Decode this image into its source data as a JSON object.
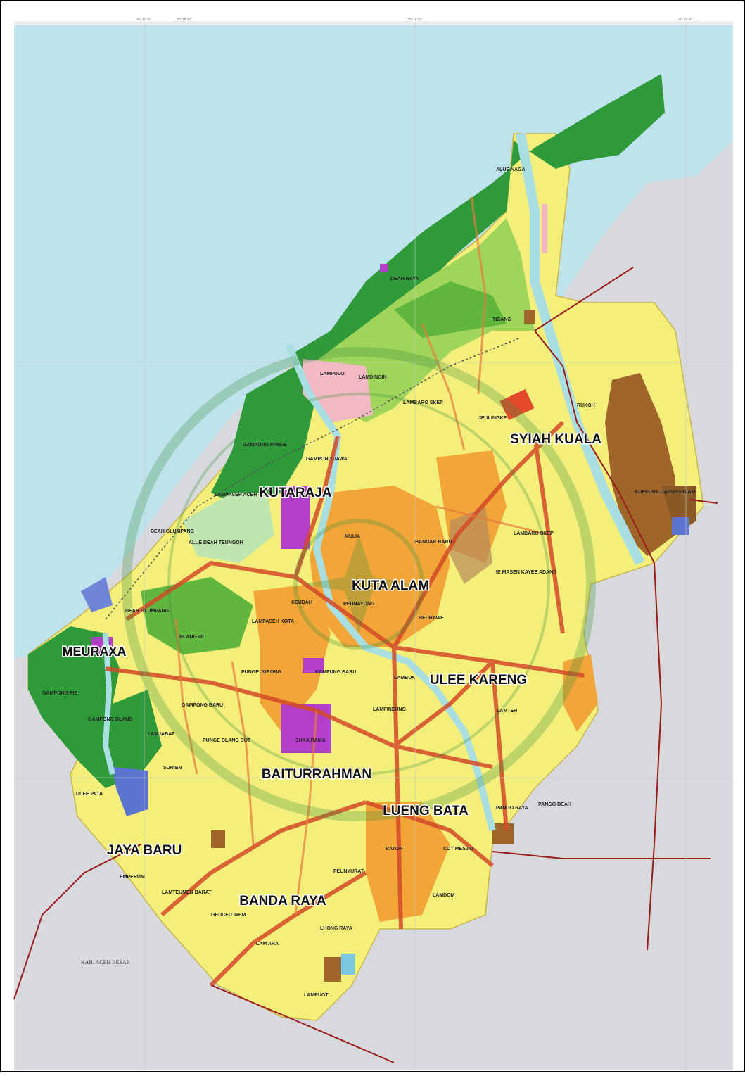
{
  "map": {
    "districts": [
      {
        "id": "kutaraja",
        "label": "KUTARAJA"
      },
      {
        "id": "syiah-kuala",
        "label": "SYIAH KUALA"
      },
      {
        "id": "kuta-alam",
        "label": "KUTA ALAM"
      },
      {
        "id": "meuraxa",
        "label": "MEURAXA"
      },
      {
        "id": "ulee-kareng",
        "label": "ULEE KARENG"
      },
      {
        "id": "baiturrahman",
        "label": "BAITURRAHMAN"
      },
      {
        "id": "lueng-bata",
        "label": "LUENG BATA"
      },
      {
        "id": "jaya-baru",
        "label": "JAYA BARU"
      },
      {
        "id": "banda-raya",
        "label": "BANDA RAYA"
      }
    ],
    "villages": [
      "ALUE NAGA",
      "DEAH RAYA",
      "TIBANG",
      "LAMPULO",
      "LAMDINGIN",
      "LAMBARO SKEP",
      "JEULINGKE",
      "RUKOH",
      "KOPELMA DARUSSALAM",
      "GAMPONG PANDE",
      "GAMPONG JAWA",
      "LAMPASEH ACEH",
      "DEAH GLUMPANG",
      "KEUDAH",
      "MULIA",
      "PEUNAYONG",
      "BANDAR BARU",
      "LAMBARO SKEP",
      "IE MASEN KAYEE ADANG",
      "DEAH GLUMPANG",
      "LAMPASEH KOTA",
      "PUNGE JURONG",
      "KAMPUNG BARU",
      "LAMBUK",
      "GAMPONG BARU",
      "PUNGE BLANG CUT",
      "SUKA RAMAI",
      "LAMPINEUNG",
      "LAMTEH",
      "PEUNYURAT",
      "LAMDOM",
      "LAMTEUMEN BARAT",
      "GEUCEU INEM",
      "LAM ARA",
      "LHONG RAYA",
      "LAMPUOT",
      "EMPERUM",
      "ULEE PATA",
      "GAMPONG PIE",
      "GAMPONG BLANG",
      "ALUE DEAH TEUNGOH",
      "BLANG OI",
      "LAMJABAT",
      "SURIEN",
      "PANGO RAYA",
      "PANGO DEAH",
      "BATOH",
      "COT MESJID",
      "BEURAWE"
    ],
    "region_label": "KAB. ACEH BESAR",
    "grid_ticks": [
      "95°17'30\"",
      "95°18'30\"",
      "95°19'30\"",
      "95°20'30\""
    ]
  },
  "colors": {
    "sea": "#bfe3ec",
    "outside": "#d7d9dc",
    "residential": "#f3ef7a",
    "commercial": "#f3a638",
    "forest_dark": "#2f9a3a",
    "green_light": "#9fd55a",
    "green_mid": "#61b73e",
    "river": "#a9dfe2",
    "road": "#d44a28",
    "boundary": "#9b1b1b",
    "purple": "#b33fc9",
    "brown": "#a0652b",
    "pink": "#f2b9c4",
    "blue": "#5a74d0"
  }
}
